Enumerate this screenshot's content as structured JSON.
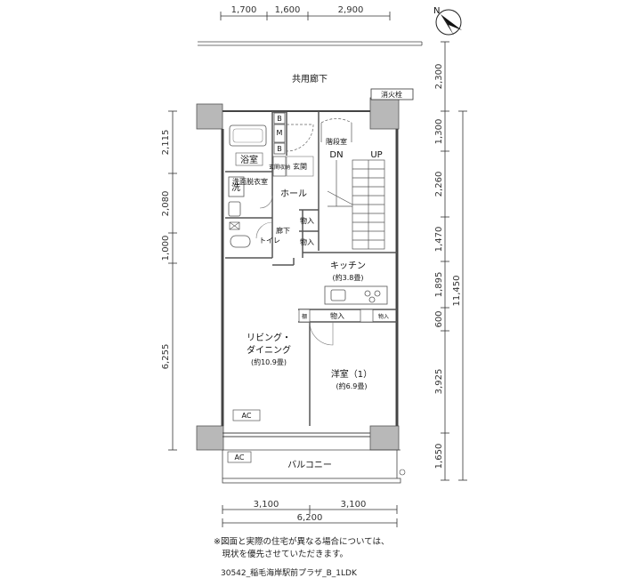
{
  "top_dims": [
    "1,700",
    "1,600",
    "2,900"
  ],
  "bottom_dims": [
    "3,100",
    "3,100",
    "6,200"
  ],
  "left_dims": [
    "2,115",
    "2,080",
    "1,000",
    "6,255"
  ],
  "right_dims": [
    "2,300",
    "1,300",
    "2,260",
    "1,470",
    "1,895",
    "600",
    "3,925",
    "1,650",
    "11,450"
  ],
  "compass_letter": "N",
  "rooms": {
    "corridor": "共用廊下",
    "hydrant": "消火栓",
    "stair": "階段室",
    "dn": "DN",
    "up": "UP",
    "mb_b": "B",
    "mb_m": "M",
    "mb_b2": "B",
    "bath": "浴室",
    "entrance": "玄関",
    "entrance_storage": "玄関収納",
    "hall": "ホール",
    "wash": "洗",
    "washroom": "洗面脱衣室",
    "hallway": "廊下",
    "toilet": "トイレ",
    "storage": "物入",
    "kitchen": "キッチン",
    "kitchen_size": "(約3.8畳)",
    "shelf": "棚",
    "living_line1": "リビング・",
    "living_line2": "ダイニング",
    "living_size": "(約10.9畳)",
    "western_room": "洋室（1）",
    "western_size": "(約6.9畳)",
    "ac": "AC",
    "balcony": "バルコニー"
  },
  "note_lines": [
    "※図面と実際の住宅が異なる場合については、",
    "　現状を優先させていただきます。"
  ],
  "code": "30542_稲毛海岸駅前プラザ_B_1LDK"
}
